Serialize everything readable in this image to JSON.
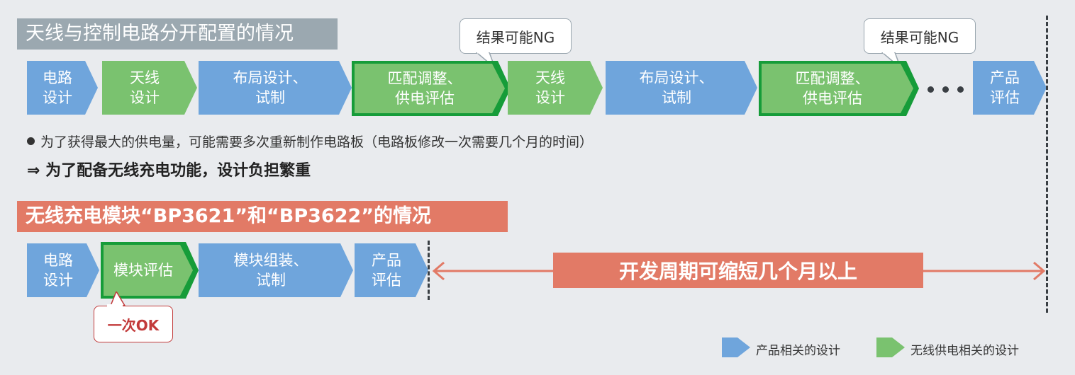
{
  "section1": {
    "title": "天线与控制电路分开配置的情况",
    "steps": [
      {
        "label": "电路\n设计"
      },
      {
        "label": "天线\n设计"
      },
      {
        "label": "布局设计、\n试制"
      },
      {
        "label": "匹配调整、\n供电评估"
      },
      {
        "label": "天线\n设计"
      },
      {
        "label": "布局设计、\n试制"
      },
      {
        "label": "匹配调整、\n供电评估"
      },
      {
        "label": "产品\n评估"
      }
    ],
    "callout": "结果可能NG",
    "note_bullet": "为了获得最大的供电量，可能需要多次重新制作电路板（电路板修改一次需要几个月的时间）",
    "note_result": "⇒ 为了配备无线充电功能，设计负担繁重"
  },
  "section2": {
    "title": "无线充电模块“BP3621”和“BP3622”的情况",
    "steps": [
      {
        "label": "电路\n设计"
      },
      {
        "label": "模块评估"
      },
      {
        "label": "模块组装、\n试制"
      },
      {
        "label": "产品\n评估"
      }
    ],
    "callout": "一次OK",
    "banner": "开发周期可缩短几个月以上"
  },
  "legend": {
    "product": "产品相关的设计",
    "wireless": "无线供电相关的设计"
  },
  "colors": {
    "blue": "#6fa5dc",
    "green": "#7ac26f",
    "green_outline": "#169c39",
    "salmon": "#e27a66",
    "gray_title": "#9ba8b0"
  }
}
